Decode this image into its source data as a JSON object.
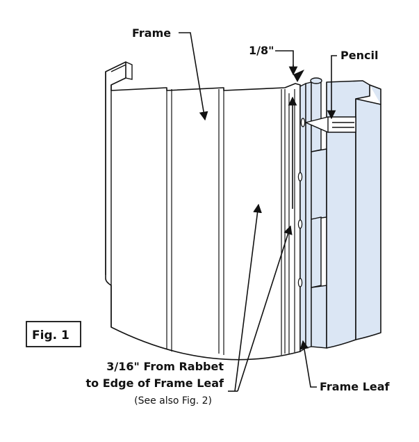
{
  "labels": {
    "frame": "Frame",
    "eighth": "1/8\"",
    "pencil": "Pencil",
    "fig": "Fig. 1",
    "rabbet_line1": "3/16\" From Rabbet",
    "rabbet_line2": "to Edge of Frame Leaf",
    "rabbet_line3": "(See also Fig. 2)",
    "frame_leaf": "Frame Leaf"
  },
  "colors": {
    "line": "#111111",
    "leaf_fill": "#dbe6f4",
    "metal_fill": "#ffffff"
  }
}
